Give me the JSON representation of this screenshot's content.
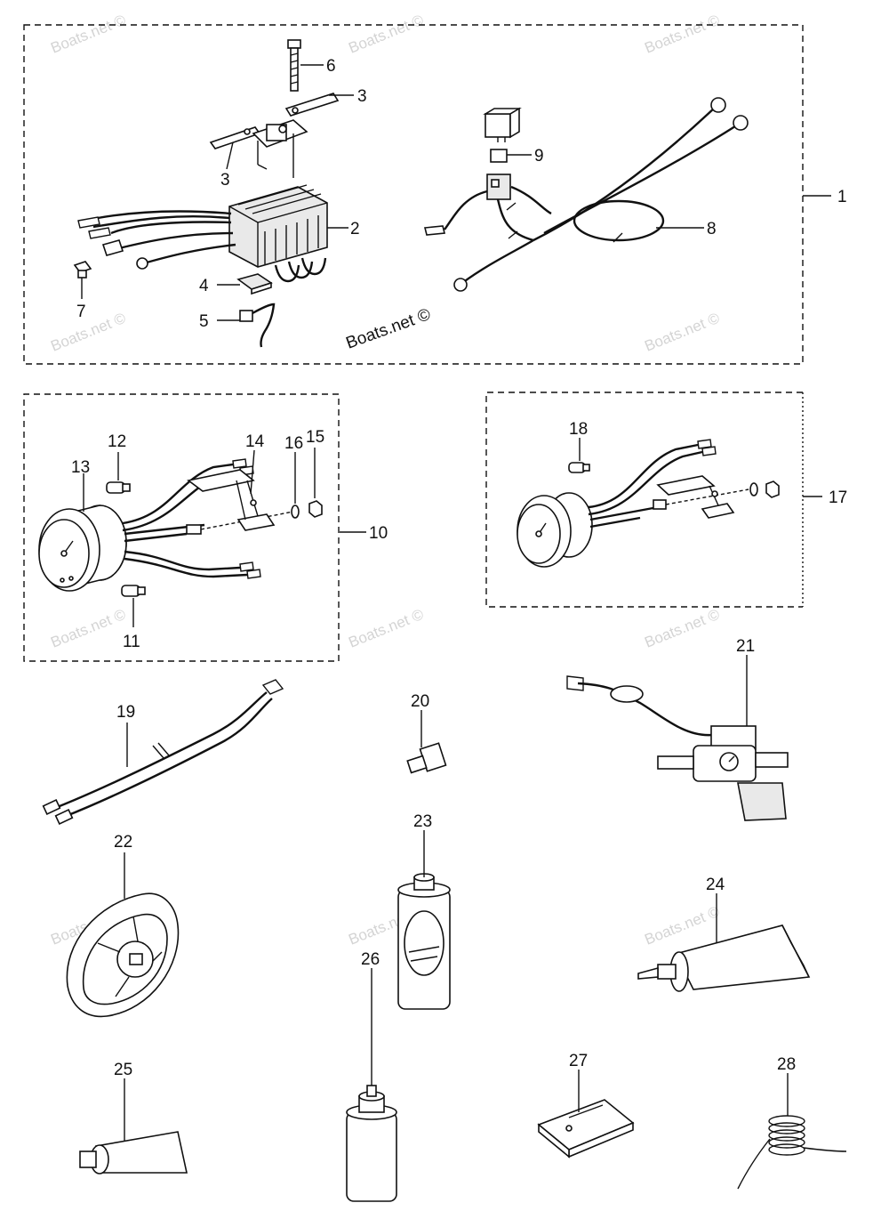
{
  "watermark": {
    "main": "Boats.net ©",
    "faint": "Boats.net ©"
  },
  "callouts": {
    "c1": "1",
    "c2": "2",
    "c3a": "3",
    "c3b": "3",
    "c4": "4",
    "c5": "5",
    "c6": "6",
    "c7": "7",
    "c8": "8",
    "c9": "9",
    "c10": "10",
    "c11": "11",
    "c12": "12",
    "c13": "13",
    "c14": "14",
    "c15": "15",
    "c16": "16",
    "c17": "17",
    "c18": "18",
    "c19": "19",
    "c20": "20",
    "c21": "21",
    "c22": "22",
    "c23": "23",
    "c24": "24",
    "c25": "25",
    "c26": "26",
    "c27": "27",
    "c28": "28"
  }
}
